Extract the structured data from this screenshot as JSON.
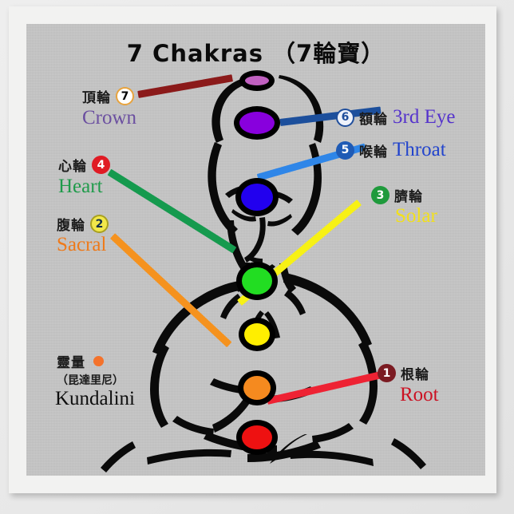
{
  "poster": {
    "title": "7 Chakras （7輪寶）",
    "background_color": "#c4c4c4",
    "paper_color": "#f2f2f1"
  },
  "chakras": [
    {
      "id": "crown",
      "number": "7",
      "chinese": "頂輪",
      "english": "Crown",
      "english_color": "#6b4fa0",
      "badge_fill": "#ffffff",
      "badge_border": "#e8a33d",
      "badge_text_color": "#000000",
      "dot_color": "#c060c0",
      "line_color": "#8b1a1a"
    },
    {
      "id": "third-eye",
      "number": "6",
      "chinese": "額輪",
      "english": "3rd Eye",
      "english_color": "#5533cc",
      "badge_fill": "#eef2fb",
      "badge_border": "#1f4e9c",
      "badge_text_color": "#1f4e9c",
      "dot_color": "#8800dd",
      "line_color": "#1c4f9c"
    },
    {
      "id": "throat",
      "number": "5",
      "chinese": "喉輪",
      "english": "Throat",
      "english_color": "#2244cc",
      "badge_fill": "#1f5bb5",
      "badge_border": "#1f5bb5",
      "badge_text_color": "#ffffff",
      "dot_color": "#2200ee",
      "line_color": "#2f86e8"
    },
    {
      "id": "heart",
      "number": "4",
      "chinese": "心輪",
      "english": "Heart",
      "english_color": "#1f9a4a",
      "badge_fill": "#e01b24",
      "badge_border": "#e01b24",
      "badge_text_color": "#ffffff",
      "dot_color": "#22dd22",
      "line_color": "#159a4e"
    },
    {
      "id": "solar",
      "number": "3",
      "chinese": "臍輪",
      "english": "Solar",
      "english_color": "#f2e01b",
      "badge_fill": "#1f9a3c",
      "badge_border": "#1f9a3c",
      "badge_text_color": "#ffffff",
      "dot_color": "#ffee00",
      "line_color": "#f7f115"
    },
    {
      "id": "sacral",
      "number": "2",
      "chinese": "腹輪",
      "english": "Sacral",
      "english_color": "#ef7a1a",
      "badge_fill": "#f2e84a",
      "badge_border": "#a8a020",
      "badge_text_color": "#14304a",
      "dot_color": "#f58a1f",
      "line_color": "#f5921e"
    },
    {
      "id": "root",
      "number": "1",
      "chinese": "根輪",
      "english": "Root",
      "english_color": "#cc1122",
      "badge_fill": "#7b1b22",
      "badge_border": "#7b1b22",
      "badge_text_color": "#ffffff",
      "dot_color": "#ee1111",
      "line_color": "#ee2233"
    }
  ],
  "kundalini": {
    "chinese": "靈量",
    "chinese_sub": "（昆達里尼）",
    "english": "Kundalini",
    "english_color": "#0d0d0d",
    "dot_color": "#f4722b"
  }
}
